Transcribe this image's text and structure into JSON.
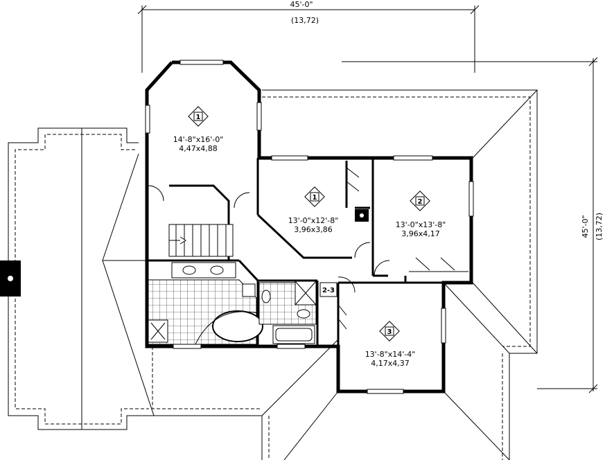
{
  "dimensions": {
    "top_feet": "45'-0\"",
    "top_metric": "(13,72)",
    "right_feet": "45'-0\"",
    "right_metric": "(13,72)"
  },
  "rooms": [
    {
      "id": "room-a",
      "tag": "1",
      "size_imperial": "14'-8\"x16'-0\"",
      "size_metric": "4,47x4,88"
    },
    {
      "id": "room-b",
      "tag": "1",
      "size_imperial": "13'-0\"x12'-8\"",
      "size_metric": "3,96x3,86"
    },
    {
      "id": "room-c",
      "tag": "2",
      "size_imperial": "13'-0\"x13'-8\"",
      "size_metric": "3,96x4,17"
    },
    {
      "id": "room-d",
      "tag": "3",
      "size_imperial": "13'-8\"x14'-4\"",
      "size_metric": "4,17x4,37"
    }
  ],
  "misc": {
    "linen_tag": "2-3"
  },
  "colors": {
    "wall": "#000000",
    "roof": "#000000",
    "background": "#ffffff"
  }
}
